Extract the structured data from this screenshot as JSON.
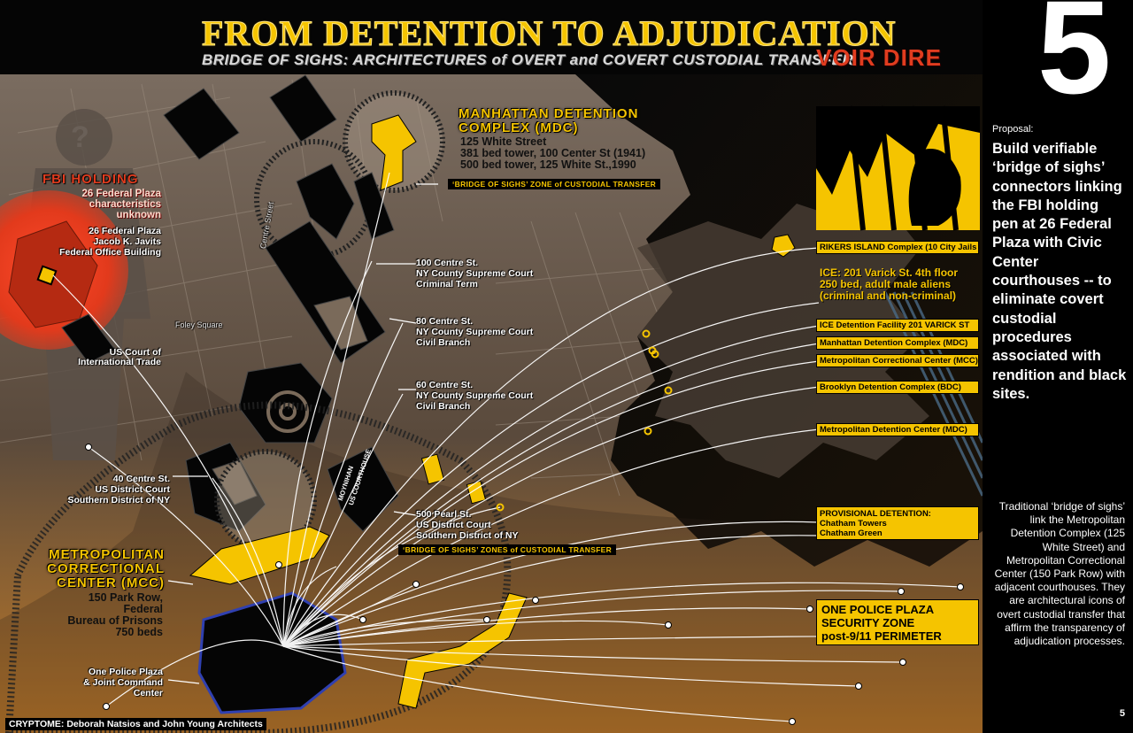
{
  "header": {
    "title": "FROM DETENTION TO ADJUDICATION",
    "subtitle": "BRIDGE OF SIGHS:  ARCHITECTURES of OVERT and COVERT CUSTODIAL TRANSFER",
    "section": "VOIR DIRE"
  },
  "sidebar": {
    "page_number_big": "5",
    "proposal_label": "Proposal:",
    "proposal_text": "Build verifiable ‘bridge of sighs’ connectors linking the FBI holding pen at 26 Federal Plaza with Civic Center courthouses -- to eliminate covert custodial procedures associated with rendition and black sites.",
    "traditional_text": "Traditional ‘bridge of sighs’ link the Metropolitan Detention Complex (125 White Street) and Metropolitan Correctional Center (150 Park Row) with adjacent courthouses. They are architectural icons of overt custodial transfer that affirm the transparency of adjudication processes.",
    "page_number_small": "5"
  },
  "map": {
    "question_mark": "?",
    "street_centre": "Centre Street",
    "street_foley": "Foley Square",
    "fbi": {
      "title": "FBI HOLDING",
      "line1": "26 Federal Plaza",
      "line2": "characteristics",
      "line3": "unknown",
      "bldg1": "26 Federal Plaza",
      "bldg2": "Jacob K. Javits",
      "bldg3": "Federal Office Building"
    },
    "mdc": {
      "title1": "MANHATTAN DETENTION",
      "title2": "COMPLEX (MDC)",
      "line1": "125 White Street",
      "line2": "381 bed tower, 100 Center St (1941)",
      "line3": "500 bed tower, 125 White St.,1990",
      "zone": "‘BRIDGE OF SIGHS’ ZONE of CUSTODIAL  TRANSFER"
    },
    "court_intl": {
      "line1": "US Court of",
      "line2": "International Trade"
    },
    "c100": {
      "line1": "100 Centre St.",
      "line2": "NY County Supreme Court",
      "line3": "Criminal Term"
    },
    "c80": {
      "line1": "80 Centre St.",
      "line2": "NY County Supreme Court",
      "line3": "Civil Branch"
    },
    "c60": {
      "line1": "60 Centre St.",
      "line2": "NY County Supreme Court",
      "line3": "Civil Branch"
    },
    "c40": {
      "line1": "40 Centre St.",
      "line2": "US District Court",
      "line3": "Southern District of NY"
    },
    "c500": {
      "line1": "500 Pearl St.",
      "line2": "US District Court",
      "line3": "Southern District of NY"
    },
    "moynihan": {
      "line1": "MOYNIHAN",
      "line2": "US COURTHOUSE"
    },
    "zones2": "‘BRIDGE OF SIGHS’ ZONES of CUSTODIAL  TRANSFER",
    "mcc": {
      "title1": "METROPOLITAN",
      "title2": "CORRECTIONAL",
      "title3": "CENTER (MCC)",
      "line1": "150 Park Row,",
      "line2": "Federal",
      "line3": "Bureau of Prisons",
      "line4": "750 beds"
    },
    "opp": {
      "line1": "One Police Plaza",
      "line2": "& Joint Command",
      "line3": "Center"
    },
    "rikers": "RIKERS ISLAND Complex (10 City Jails",
    "ice": {
      "line1": "ICE: 201 Varick St. 4th floor",
      "line2": "250 bed, adult male aliens",
      "line3": "(criminal and non-criminal)"
    },
    "facilities": [
      "ICE Detention Facility 201 VARICK ST",
      "Manhattan Detention Complex (MDC)",
      "Metropolitan Correctional Center (MCC)",
      "Brooklyn Detention Complex (BDC)",
      "Metropolitan Detention Center (MDC)"
    ],
    "provisional": {
      "line1": "PROVISIONAL DETENTION:",
      "line2": "Chatham Towers",
      "line3": "Chatham Green"
    },
    "security": {
      "line1": "ONE POLICE PLAZA",
      "line2": "SECURITY ZONE",
      "line3": "post-9/11 PERIMETER"
    },
    "credit": "CRYPTOME: Deborah Natsios and John Young Architects"
  },
  "colors": {
    "accent": "#f5c400",
    "fbi_red": "#e03c1f",
    "map_bg": "#7a6a5a"
  }
}
